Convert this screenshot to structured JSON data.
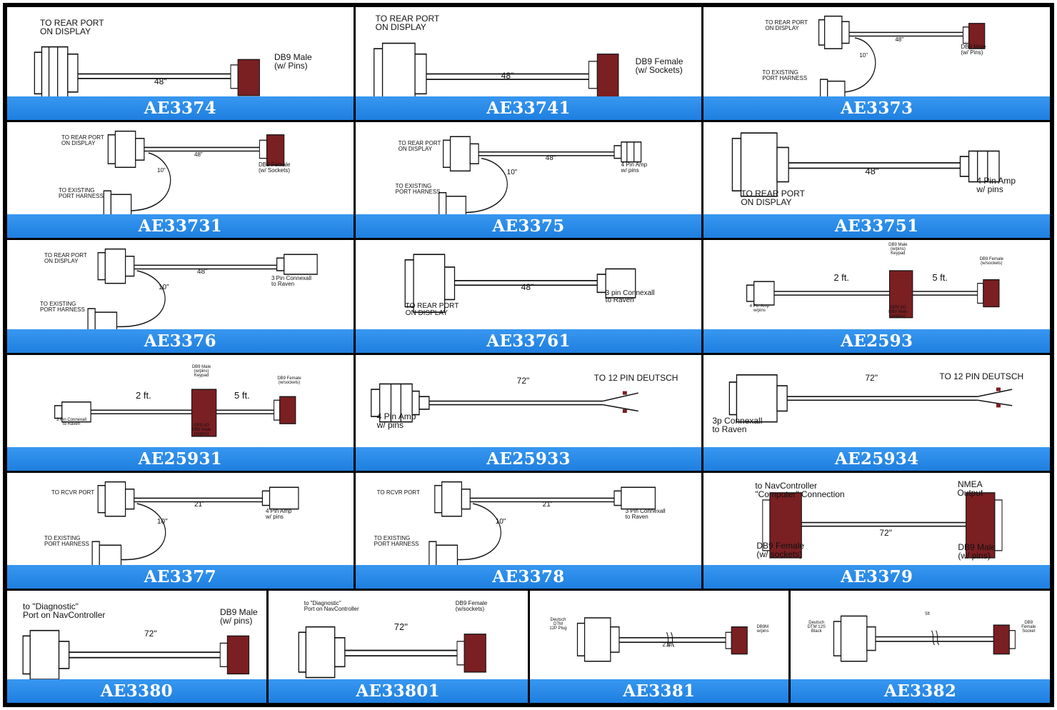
{
  "colors": {
    "label_bar": "#2f8ff0",
    "connector_db9": "#7a1f22",
    "grid": "#000000"
  },
  "cells": {
    "AE3374": {
      "part": "AE3374",
      "t1": "TO REAR PORT\nON DISPLAY",
      "t2": "DB9 Male\n(w/ Pins)",
      "len": "48\""
    },
    "AE33741": {
      "part": "AE33741",
      "t1": "TO REAR PORT\nON DISPLAY",
      "t2": "DB9 Female\n(w/ Sockets)",
      "len": "48\""
    },
    "AE3373": {
      "part": "AE3373",
      "t1": "TO REAR PORT\nON DISPLAY",
      "t2": "DB9 Male\n(w/ Pins)",
      "t3": "TO EXISTING\nPORT HARNESS",
      "len": "48\"",
      "len2": "10\""
    },
    "AE33731": {
      "part": "AE33731",
      "t1": "TO REAR PORT\nON DISPLAY",
      "t2": "DB9 Female\n(w/ Sockets)",
      "t3": "TO EXISTING\nPORT HARNESS",
      "len": "48\"",
      "len2": "10\""
    },
    "AE3375": {
      "part": "AE3375",
      "t1": "TO REAR PORT\nON DISPLAY",
      "t2": "4 Pin Amp\nw/ pins",
      "t3": "TO EXISTING\nPORT HARNESS",
      "len": "48\"",
      "len2": "10\""
    },
    "AE33751": {
      "part": "AE33751",
      "t1": "TO REAR PORT\nON DISPLAY",
      "t2": "4 Pin Amp\nw/ pins",
      "len": "48\""
    },
    "AE3376": {
      "part": "AE3376",
      "t1": "TO REAR PORT\nON DISPLAY",
      "t2": "3 Pin Connexall\nto Raven",
      "t3": "TO EXISTING\nPORT HARNESS",
      "len": "48\"",
      "len2": "10\""
    },
    "AE33761": {
      "part": "AE33761",
      "t1": "TO REAR PORT\nON DISPLAY",
      "t2": "3 pin Connexall\nto Raven",
      "len": "48\""
    },
    "AE2593": {
      "part": "AE2593",
      "t1": "DB9 Male\n(w/pins)\nKeypad",
      "t2": "DB9 Female\n(w/sockets)",
      "t3": "4 Pin Amp\nw/pins",
      "t4": "GPS I/O\nDB9 Male\n(w/pins)",
      "len": "2 ft.",
      "len2": "5 ft."
    },
    "AE25931": {
      "part": "AE25931",
      "t1": "DB9 Male\n(w/pins)\nKeypad",
      "t2": "DB9 Female\n(w/sockets)",
      "t3": "3 Pin Connexall\nto Raven",
      "t4": "GPS I/O\nDB9 Male\n(w/pins)",
      "len": "2 ft.",
      "len2": "5 ft."
    },
    "AE25933": {
      "part": "AE25933",
      "t1": "TO 12 PIN DEUTSCH",
      "t2": "4 Pin Amp\nw/ pins",
      "len": "72\""
    },
    "AE25934": {
      "part": "AE25934",
      "t1": "TO 12 PIN DEUTSCH",
      "t2": "3p Connexall\nto Raven",
      "len": "72\""
    },
    "AE3377": {
      "part": "AE3377",
      "t1": "TO RCVR PORT",
      "t2": "4 Pin Amp\nw/ pins",
      "t3": "TO EXISTING\nPORT HARNESS",
      "len": "21'",
      "len2": "10\""
    },
    "AE3378": {
      "part": "AE3378",
      "t1": "TO RCVR PORT",
      "t2": "3 Pin Connexall\nto Raven",
      "t3": "TO EXISTING\nPORT HARNESS",
      "len": "21'",
      "len2": "10\""
    },
    "AE3379": {
      "part": "AE3379",
      "t1": "to NavController\n\"Computer\" Connection",
      "t2": "NMEA\nOutput",
      "t3": "DB9 Female\n(w/ sockets)",
      "t4": "DB9 Male\n(w/ pins)",
      "len": "72\""
    },
    "AE3380": {
      "part": "AE3380",
      "t1": "to \"Diagnostic\"\nPort on NavController",
      "t2": "DB9 Male\n(w/ pins)",
      "len": "72\""
    },
    "AE33801": {
      "part": "AE33801",
      "t1": "to \"Diagnostic\"\nPort on NavController",
      "t2": "DB9 Female\n(w/sockets)",
      "len": "72\""
    },
    "AE3381": {
      "part": "AE3381",
      "t1": "Deutsch\nDTM\n12P Plug",
      "t2": "DB9M\nw/pins",
      "len": "21ft"
    },
    "AE3382": {
      "part": "AE3382",
      "t1": "Deutsch\nDTM 12S\nBlack",
      "t2": "DB9\nFemale\nSocket",
      "len": "5ft"
    }
  }
}
